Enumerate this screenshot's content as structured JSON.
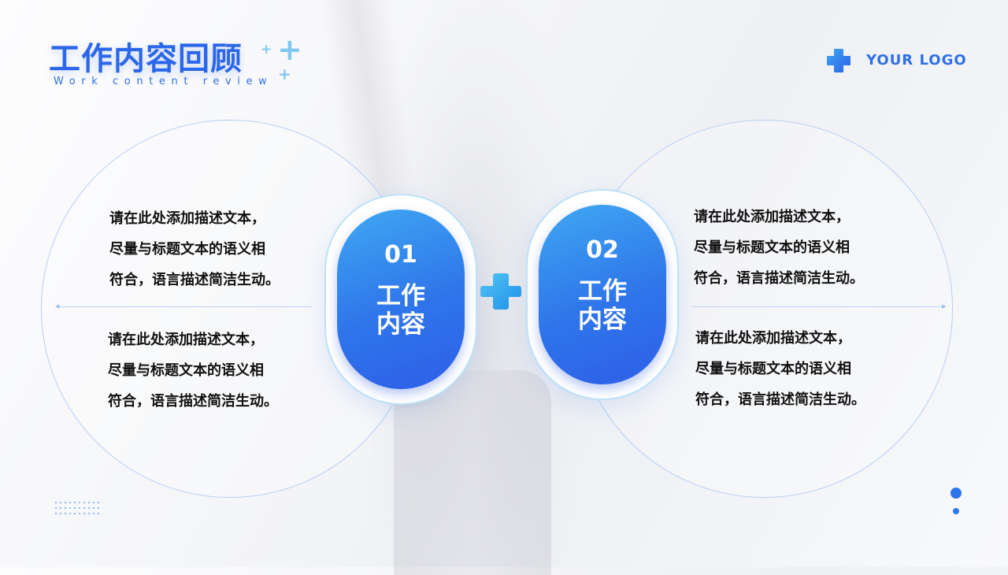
{
  "header": {
    "title": "工作内容回顾",
    "subtitle": "Work content review"
  },
  "logo": {
    "text": "YOUR LOGO",
    "icon": "plus-cross-icon"
  },
  "items": [
    {
      "number": "01",
      "label": "工作内容"
    },
    {
      "number": "02",
      "label": "工作内容"
    }
  ],
  "descriptions": {
    "left_top": [
      "请在此处添加描述文本，",
      "尽量与标题文本的语义相",
      "符合，语言描述简洁生动。"
    ],
    "left_bottom": [
      "请在此处添加描述文本，",
      "尽量与标题文本的语义相",
      "符合，语言描述简洁生动。"
    ],
    "right_top": [
      "请在此处添加描述文本，",
      "尽量与标题文本的语义相",
      "符合，语言描述简洁生动。"
    ],
    "right_bottom": [
      "请在此处添加描述文本，",
      "尽量与标题文本的语义相",
      "符合，语言描述简洁生动。"
    ]
  },
  "colors": {
    "accent": "#2f75ea",
    "accent_light": "#3fa8f2",
    "plus_light": "#7fc8f2"
  }
}
